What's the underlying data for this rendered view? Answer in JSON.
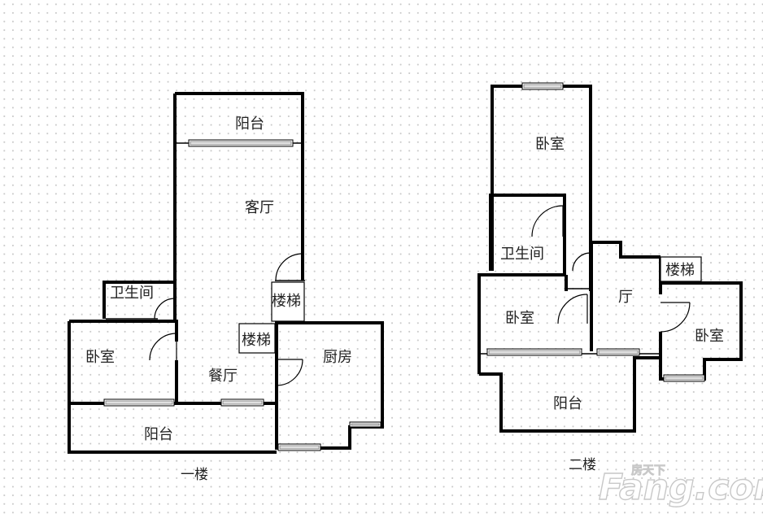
{
  "floors": {
    "first": {
      "label": "一楼",
      "rooms": {
        "balcony_top": "阳台",
        "living_room": "客厅",
        "stairs_upper": "楼梯",
        "bathroom": "卫生间",
        "stairs_lower": "楼梯",
        "bedroom": "卧室",
        "dining_room": "餐厅",
        "kitchen": "厨房",
        "balcony_bottom": "阳台"
      }
    },
    "second": {
      "label": "二楼",
      "rooms": {
        "bedroom_top": "卧室",
        "bathroom": "卫生间",
        "stairs": "楼梯",
        "hall": "厅",
        "bedroom_left": "卧室",
        "bedroom_right": "卧室",
        "balcony": "阳台"
      }
    }
  },
  "watermark": {
    "logo_text": "Fang.com",
    "logo_chinese": "房天下"
  }
}
